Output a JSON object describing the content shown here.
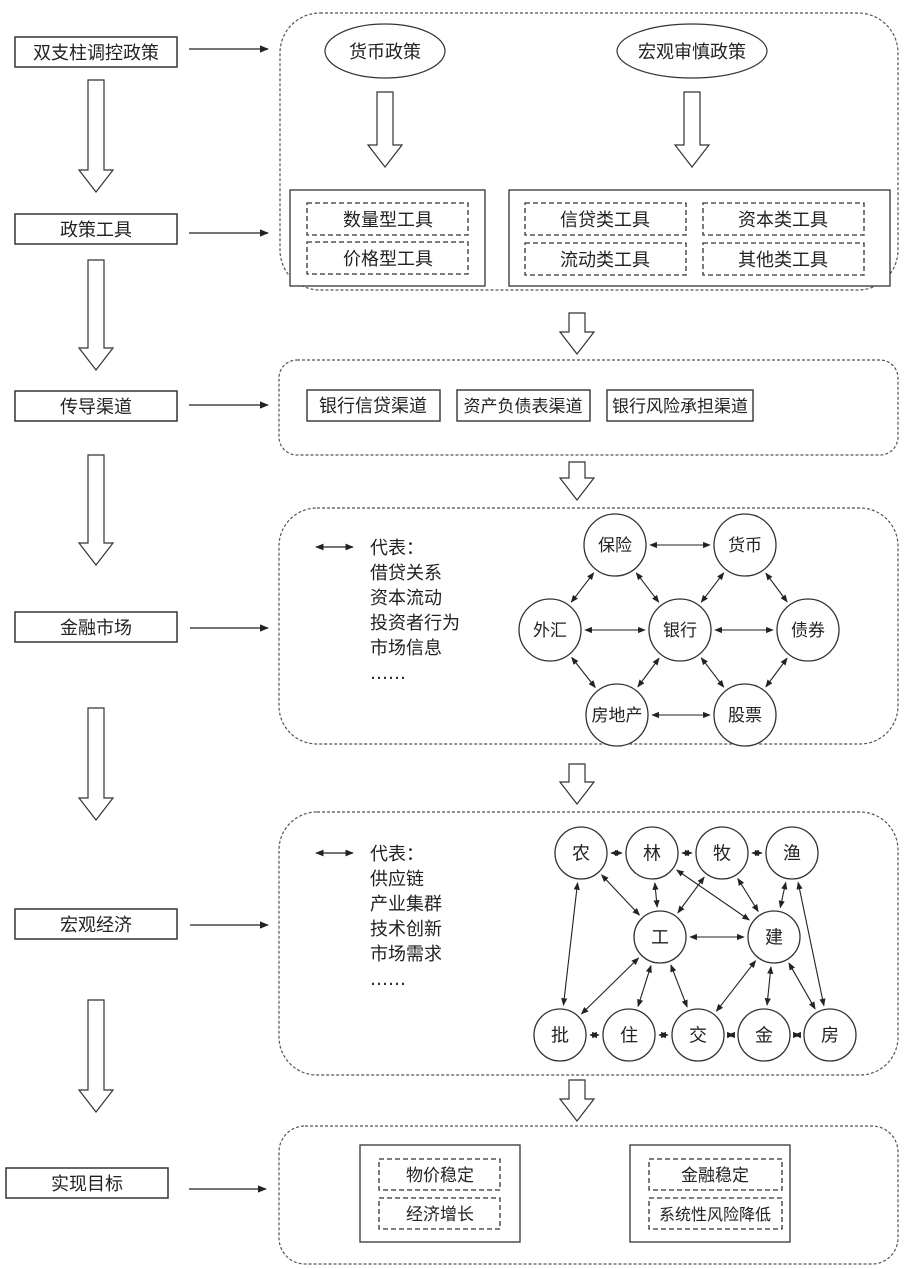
{
  "stages": [
    {
      "id": "dual-pillar",
      "label": "双支柱调控政策"
    },
    {
      "id": "policy-tools",
      "label": "政策工具"
    },
    {
      "id": "transmission",
      "label": "传导渠道"
    },
    {
      "id": "financial-market",
      "label": "金融市场"
    },
    {
      "id": "macro-economy",
      "label": "宏观经济"
    },
    {
      "id": "goals",
      "label": "实现目标"
    }
  ],
  "policies": {
    "monetary": "货币政策",
    "macroprudential": "宏观审慎政策"
  },
  "tools": {
    "monetary": [
      "数量型工具",
      "价格型工具"
    ],
    "macroprudential": [
      "信贷类工具",
      "资本类工具",
      "流动类工具",
      "其他类工具"
    ]
  },
  "channels": [
    "银行信贷渠道",
    "资产负债表渠道",
    "银行风险承担渠道"
  ],
  "financial_market": {
    "legend_title": "代表：",
    "legend_items": [
      "借贷关系",
      "资本流动",
      "投资者行为",
      "市场信息",
      "……"
    ],
    "nodes": [
      "保险",
      "货币",
      "外汇",
      "银行",
      "债券",
      "房地产",
      "股票"
    ],
    "edges": [
      [
        "保险",
        "货币"
      ],
      [
        "保险",
        "外汇"
      ],
      [
        "保险",
        "银行"
      ],
      [
        "货币",
        "银行"
      ],
      [
        "货币",
        "债券"
      ],
      [
        "外汇",
        "银行"
      ],
      [
        "银行",
        "债券"
      ],
      [
        "外汇",
        "房地产"
      ],
      [
        "银行",
        "房地产"
      ],
      [
        "银行",
        "股票"
      ],
      [
        "债券",
        "股票"
      ],
      [
        "房地产",
        "股票"
      ]
    ]
  },
  "macro_economy": {
    "legend_title": "代表：",
    "legend_items": [
      "供应链",
      "产业集群",
      "技术创新",
      "市场需求",
      "……"
    ],
    "nodes": [
      "农",
      "林",
      "牧",
      "渔",
      "工",
      "建",
      "批",
      "住",
      "交",
      "金",
      "房"
    ],
    "edges": [
      [
        "农",
        "林"
      ],
      [
        "林",
        "牧"
      ],
      [
        "牧",
        "渔"
      ],
      [
        "农",
        "工"
      ],
      [
        "林",
        "工"
      ],
      [
        "牧",
        "工"
      ],
      [
        "林",
        "建"
      ],
      [
        "牧",
        "建"
      ],
      [
        "渔",
        "建"
      ],
      [
        "工",
        "建"
      ],
      [
        "农",
        "批"
      ],
      [
        "渔",
        "房"
      ],
      [
        "工",
        "批"
      ],
      [
        "工",
        "住"
      ],
      [
        "工",
        "交"
      ],
      [
        "建",
        "交"
      ],
      [
        "建",
        "金"
      ],
      [
        "建",
        "房"
      ],
      [
        "批",
        "住"
      ],
      [
        "住",
        "交"
      ],
      [
        "交",
        "金"
      ],
      [
        "金",
        "房"
      ]
    ]
  },
  "goals": {
    "left": [
      "物价稳定",
      "经济增长"
    ],
    "right": [
      "金融稳定",
      "系统性风险降低"
    ]
  }
}
